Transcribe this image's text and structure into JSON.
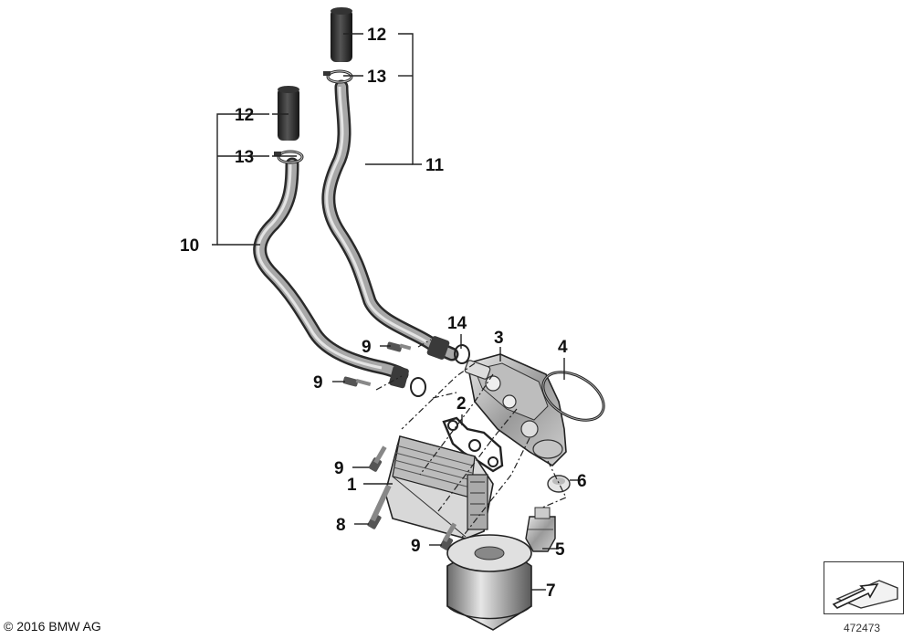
{
  "callouts": {
    "p1": "1",
    "p2": "2",
    "p3": "3",
    "p4": "4",
    "p5": "5",
    "p6": "6",
    "p7": "7",
    "p8": "8",
    "p9a": "9",
    "p9b": "9",
    "p9c": "9",
    "p9d": "9",
    "p10": "10",
    "p11": "11",
    "p12a": "12",
    "p12b": "12",
    "p13a": "13",
    "p13b": "13",
    "p14": "14"
  },
  "footer": {
    "copyright": "© 2016 BMW AG",
    "doc_number": "472473"
  },
  "nav_icon": "arrow-navigation-icon"
}
